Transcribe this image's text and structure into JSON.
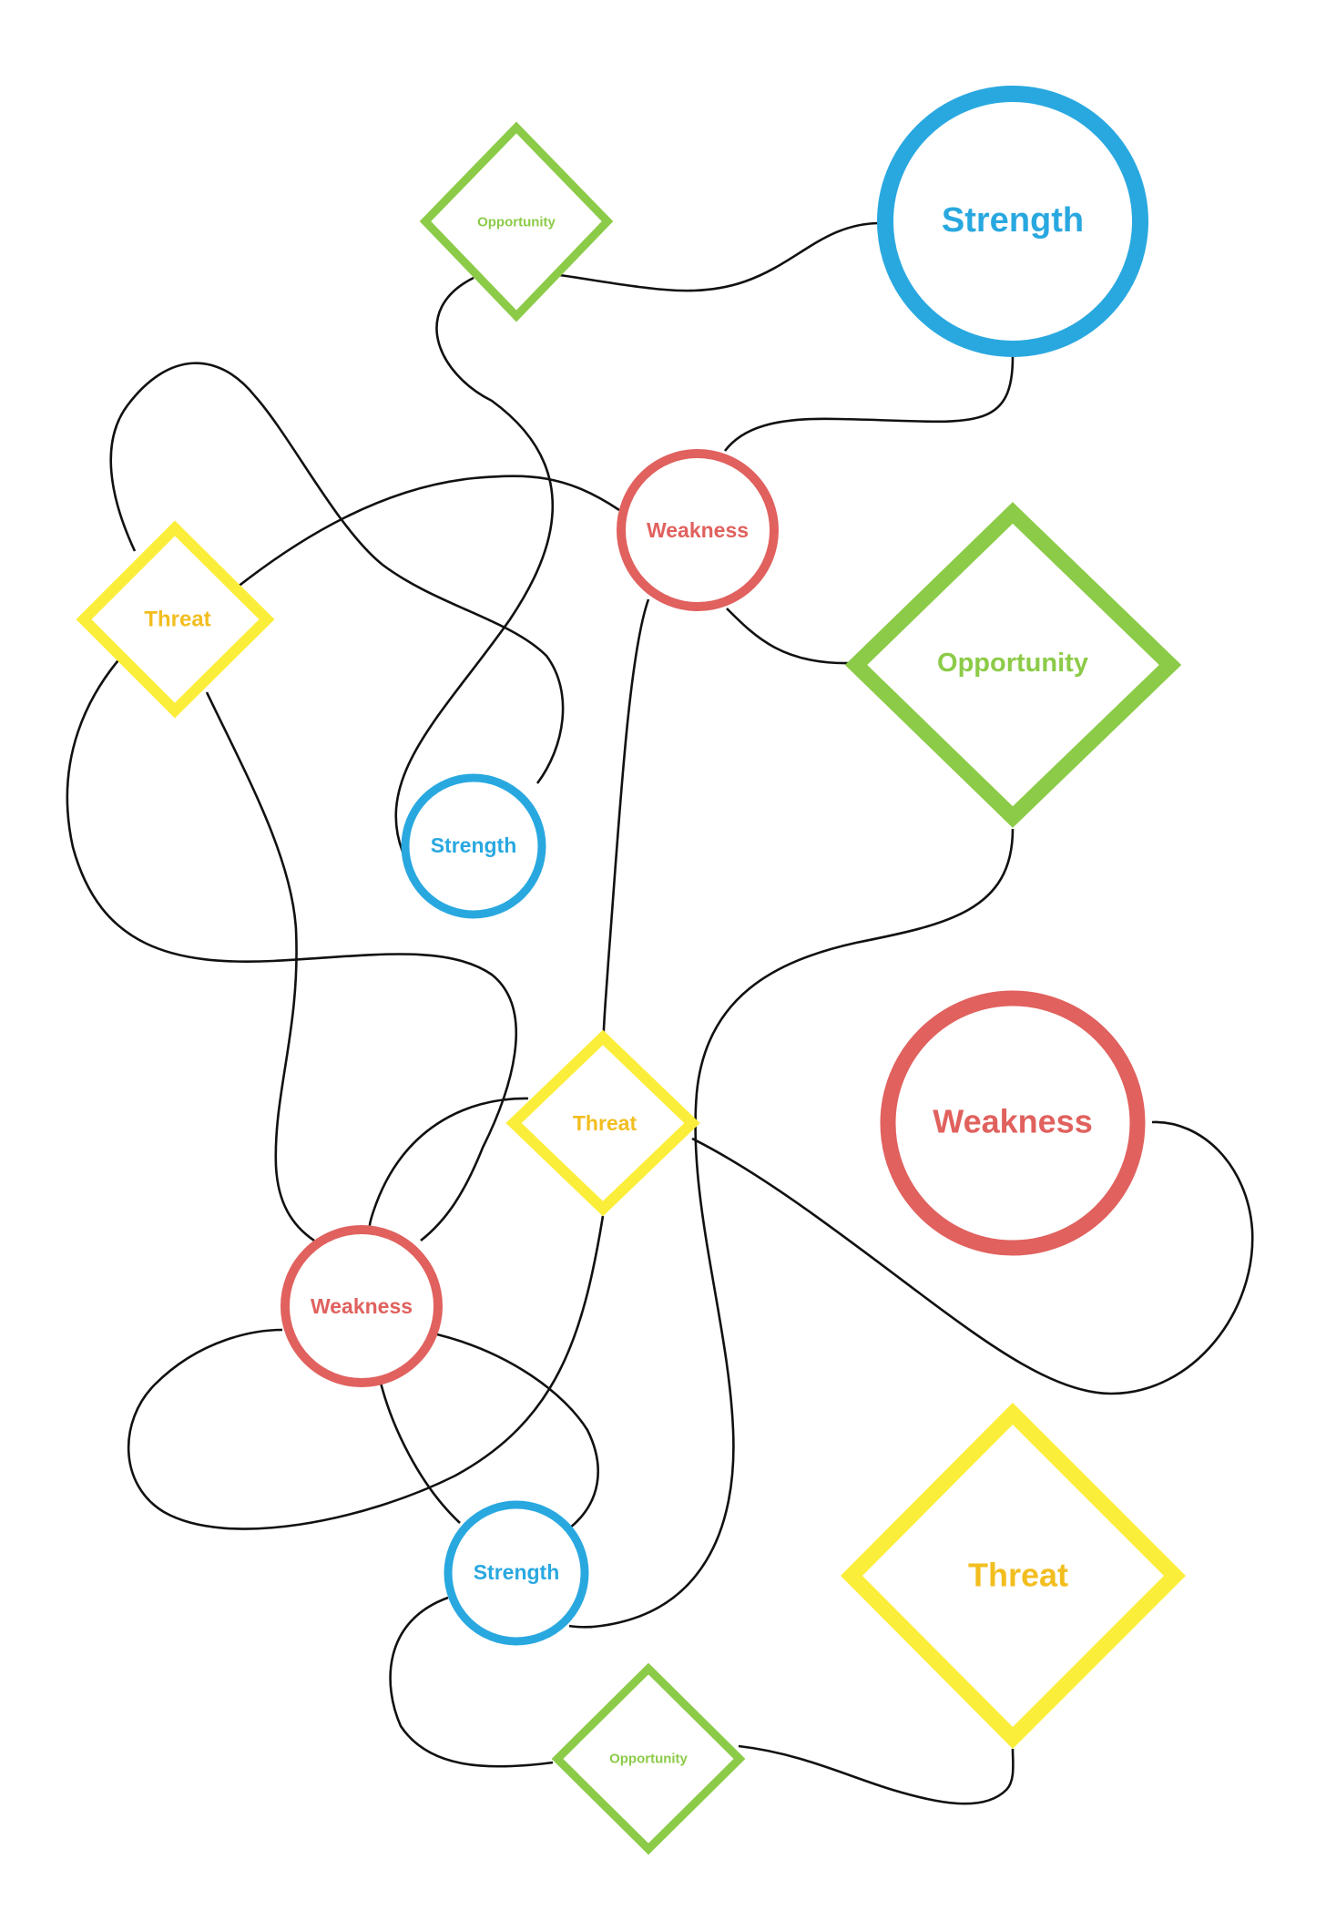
{
  "colors": {
    "strength": "#29A8E0",
    "weakness": "#E0615E",
    "opportunity": "#8CCB48",
    "threat_shape": "#FBEE3A",
    "threat_text": "#F2BE1F",
    "connector": "#111111"
  },
  "nodes": [
    {
      "id": "opportunity-top",
      "shape": "diamond",
      "category": "opportunity",
      "label": "Opportunity"
    },
    {
      "id": "strength-top",
      "shape": "circle",
      "category": "strength",
      "label": "Strength"
    },
    {
      "id": "weakness-upper",
      "shape": "circle",
      "category": "weakness",
      "label": "Weakness"
    },
    {
      "id": "threat-left",
      "shape": "diamond",
      "category": "threat",
      "label": "Threat"
    },
    {
      "id": "opportunity-right",
      "shape": "diamond",
      "category": "opportunity",
      "label": "Opportunity"
    },
    {
      "id": "strength-middle",
      "shape": "circle",
      "category": "strength",
      "label": "Strength"
    },
    {
      "id": "threat-center",
      "shape": "diamond",
      "category": "threat",
      "label": "Threat"
    },
    {
      "id": "weakness-right",
      "shape": "circle",
      "category": "weakness",
      "label": "Weakness"
    },
    {
      "id": "weakness-lower",
      "shape": "circle",
      "category": "weakness",
      "label": "Weakness"
    },
    {
      "id": "strength-bottom",
      "shape": "circle",
      "category": "strength",
      "label": "Strength"
    },
    {
      "id": "threat-bottom-right",
      "shape": "diamond",
      "category": "threat",
      "label": "Threat"
    },
    {
      "id": "opportunity-bottom",
      "shape": "diamond",
      "category": "opportunity",
      "label": "Opportunity"
    }
  ]
}
